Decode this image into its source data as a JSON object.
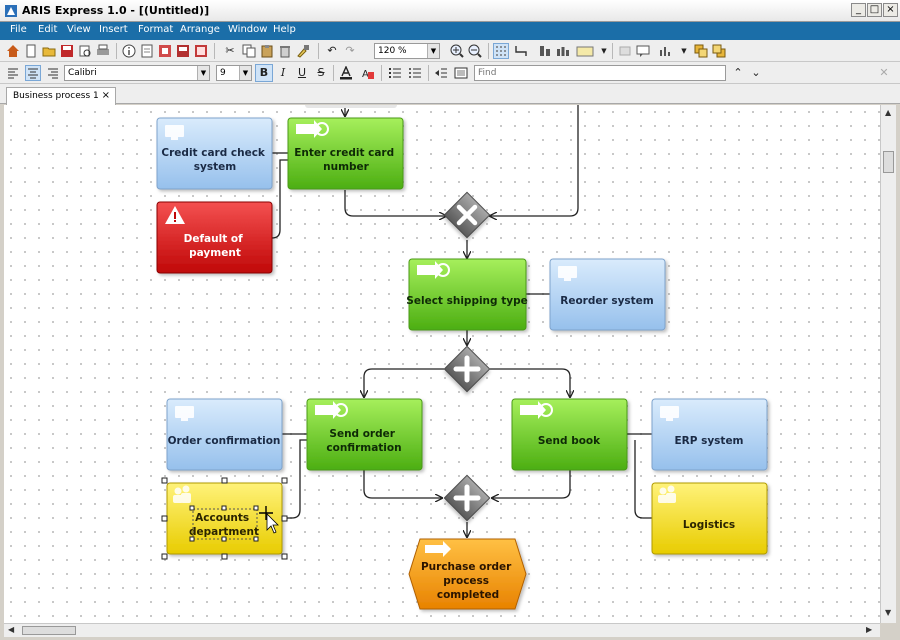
{
  "window": {
    "title": "ARIS Express 1.0 - [(Untitled)]",
    "controls": [
      "_",
      "□",
      "×"
    ]
  },
  "menu": [
    "File",
    "Edit",
    "View",
    "Insert",
    "Format",
    "Arrange",
    "Window",
    "Help"
  ],
  "toolbar": {
    "zoom": "120 %",
    "font": "Calibri",
    "font_size": "9",
    "bold": "B",
    "italic": "I",
    "underline": "U",
    "strike": "S",
    "find_placeholder": "Find"
  },
  "tabs": [
    {
      "label": "Business process 1",
      "close": "×"
    }
  ],
  "diagram": {
    "nodes": [
      {
        "id": "credit-card-check-system",
        "kind": "system",
        "lines": [
          "Credit card check",
          "system"
        ]
      },
      {
        "id": "enter-credit-card-number",
        "kind": "function",
        "lines": [
          "Enter credit card",
          "number"
        ]
      },
      {
        "id": "default-of-payment",
        "kind": "risk",
        "lines": [
          "Default of",
          "payment"
        ]
      },
      {
        "id": "select-shipping-type",
        "kind": "function",
        "lines": [
          "Select shipping type"
        ]
      },
      {
        "id": "reorder-system",
        "kind": "system",
        "lines": [
          "Reorder system"
        ]
      },
      {
        "id": "order-confirmation",
        "kind": "system",
        "lines": [
          "Order confirmation"
        ]
      },
      {
        "id": "send-order-confirmation",
        "kind": "function",
        "lines": [
          "Send order",
          "confirmation"
        ]
      },
      {
        "id": "send-book",
        "kind": "function",
        "lines": [
          "Send book"
        ]
      },
      {
        "id": "erp-system",
        "kind": "system",
        "lines": [
          "ERP system"
        ]
      },
      {
        "id": "accounts-department",
        "kind": "orgunit",
        "lines": [
          "Accounts",
          "department"
        ],
        "selected": true
      },
      {
        "id": "logistics",
        "kind": "orgunit",
        "lines": [
          "Logistics"
        ]
      },
      {
        "id": "purchase-order-process-completed",
        "kind": "event",
        "lines": [
          "Purchase order",
          "process",
          "completed"
        ]
      }
    ],
    "gateways": [
      {
        "id": "xor-merge",
        "type": "exclusive"
      },
      {
        "id": "and-split",
        "type": "parallel"
      },
      {
        "id": "and-join",
        "type": "parallel"
      }
    ]
  },
  "colors": {
    "menubar": "#1b6ea8",
    "function": "#66c41c",
    "system": "#a9cdf2",
    "risk": "#dd1111",
    "orgunit": "#f2d80c",
    "event": "#f59a14",
    "gateway": "#7a7a7a"
  }
}
